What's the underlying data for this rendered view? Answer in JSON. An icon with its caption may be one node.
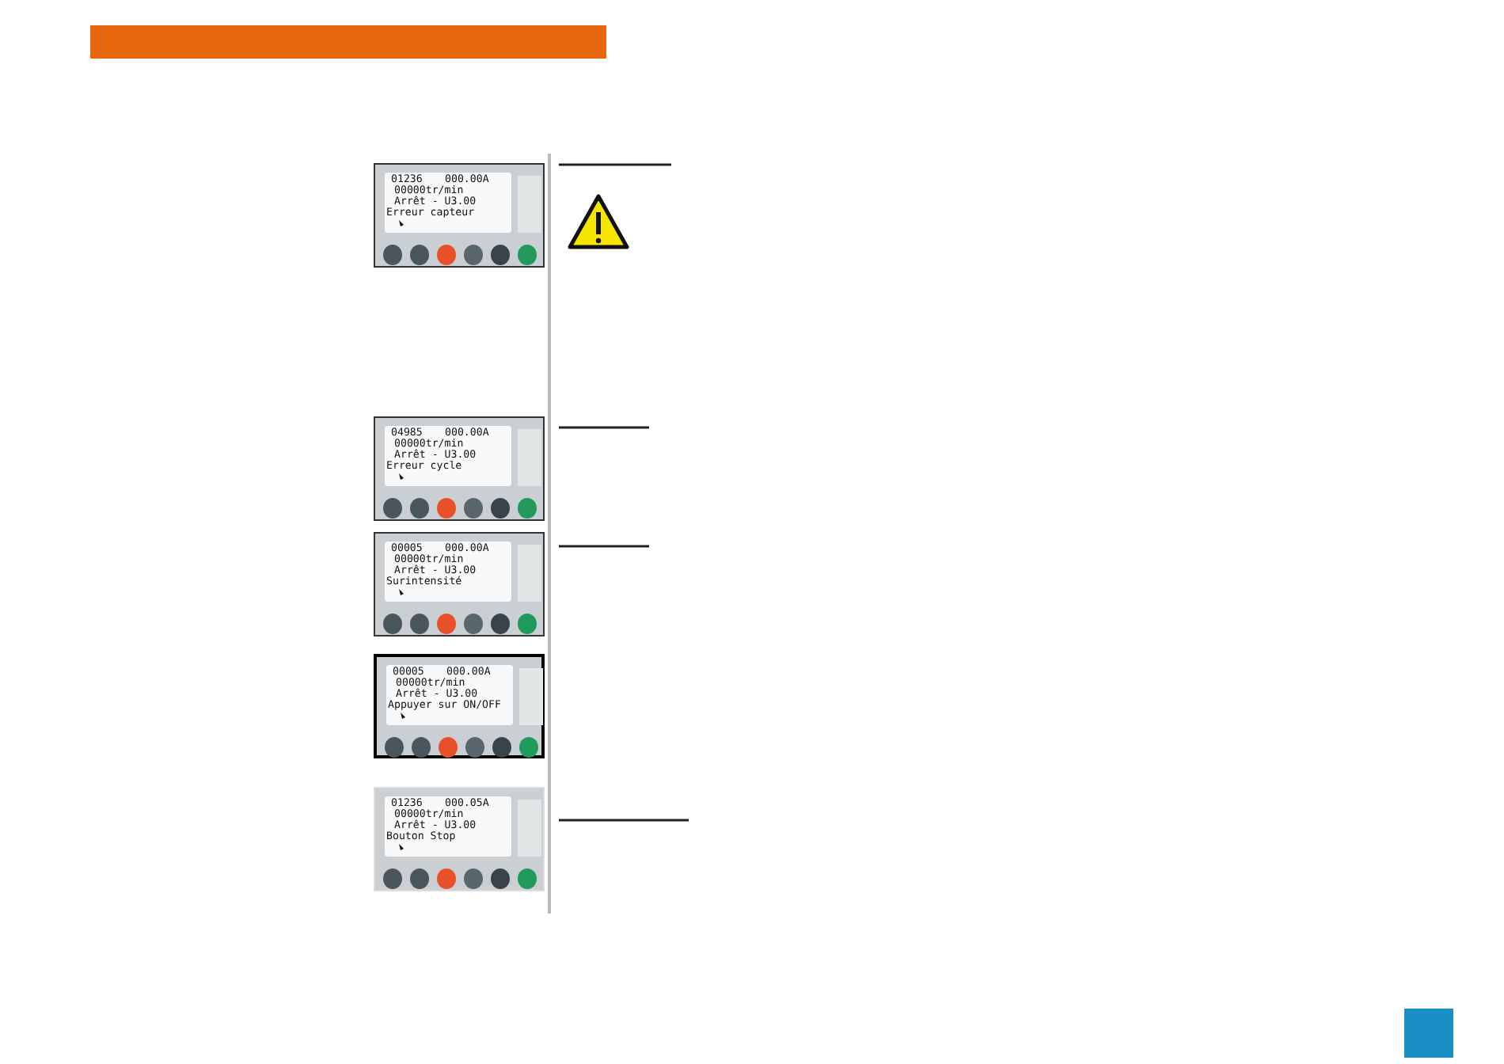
{
  "diagram": {
    "nodes": [
      {
        "text": [],
        "shape": "bar"
      },
      {
        "text": [
          "01236",
          "000.00A",
          "00000tr/min",
          "Arrêt - U3.00",
          "Erreur capteur"
        ]
      },
      {
        "text": [
          "04985",
          "000.00A",
          "00000tr/min",
          "Arrêt - U3.00",
          "Erreur cycle"
        ]
      },
      {
        "text": [
          "00005",
          "000.00A",
          "00000tr/min",
          "Arrêt - U3.00",
          "Surintensité"
        ]
      },
      {
        "text": [
          "00005",
          "000.00A",
          "00000tr/min",
          "Arrêt - U3.00",
          "Appuyer sur ON/OFF"
        ]
      },
      {
        "text": [
          "01236",
          "000.05A",
          "00000tr/min",
          "Arrêt - U3.00",
          "Bouton Stop"
        ]
      }
    ]
  }
}
